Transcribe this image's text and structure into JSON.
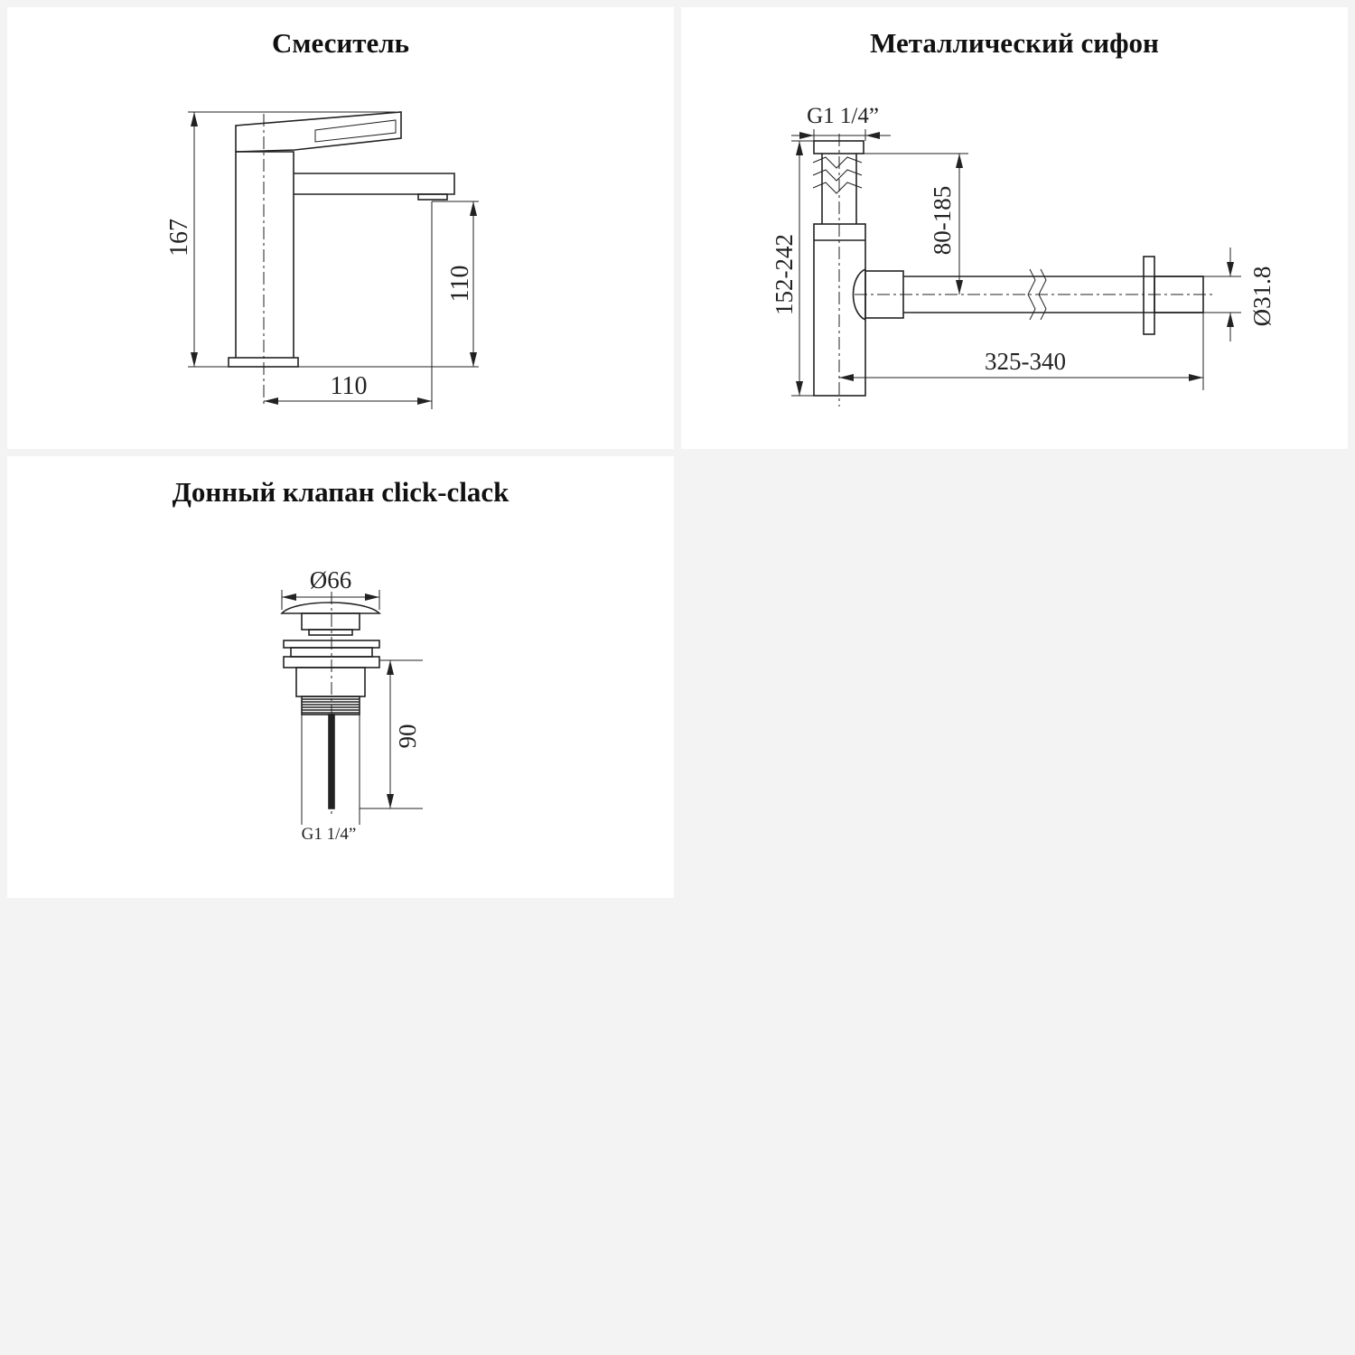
{
  "panels": {
    "mixer": {
      "title": "Смеситель",
      "dim_height": "167",
      "dim_spout_height": "110",
      "dim_reach": "110"
    },
    "siphon": {
      "title": "Металлический сифон",
      "dim_thread": "G1 1/4”",
      "dim_total_height": "152-242",
      "dim_outlet_height": "80-185",
      "dim_pipe_length": "325-340",
      "dim_pipe_diameter": "Ø31.8"
    },
    "valve": {
      "title": "Донный клапан click-clack",
      "dim_diameter": "Ø66",
      "dim_height": "90",
      "dim_thread": "G1 1/4”"
    }
  },
  "colors": {
    "page_background": "#f3f3f3",
    "card_background": "#ffffff",
    "line": "#222222"
  }
}
